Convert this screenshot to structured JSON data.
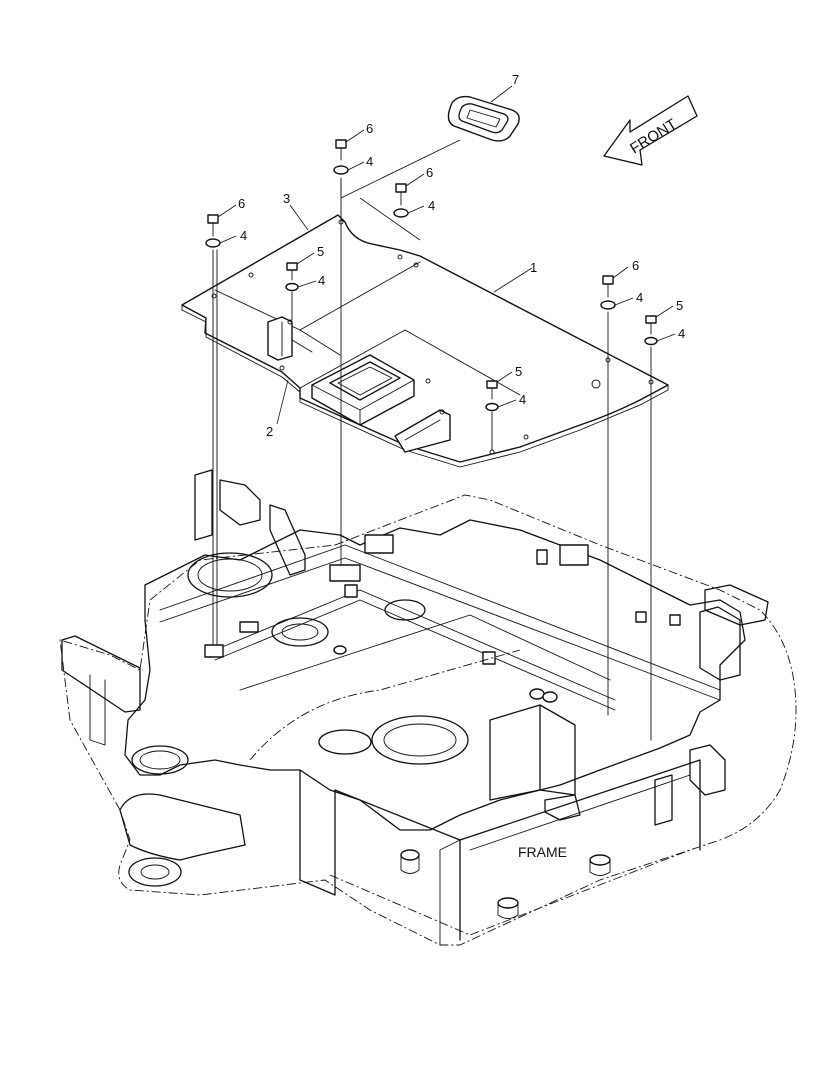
{
  "callouts": {
    "c1": "1",
    "c2": "2",
    "c3": "3",
    "c4a": "4",
    "c4b": "4",
    "c4c": "4",
    "c4d": "4",
    "c4e": "4",
    "c4f": "4",
    "c4g": "4",
    "c5a": "5",
    "c5b": "5",
    "c5c": "5",
    "c6a": "6",
    "c6b": "6",
    "c6c": "6",
    "c6d": "6",
    "c7": "7"
  },
  "labels": {
    "front": "FRONT",
    "frame": "FRAME"
  },
  "icons": {
    "front_arrow": "front-direction-arrow-icon"
  }
}
